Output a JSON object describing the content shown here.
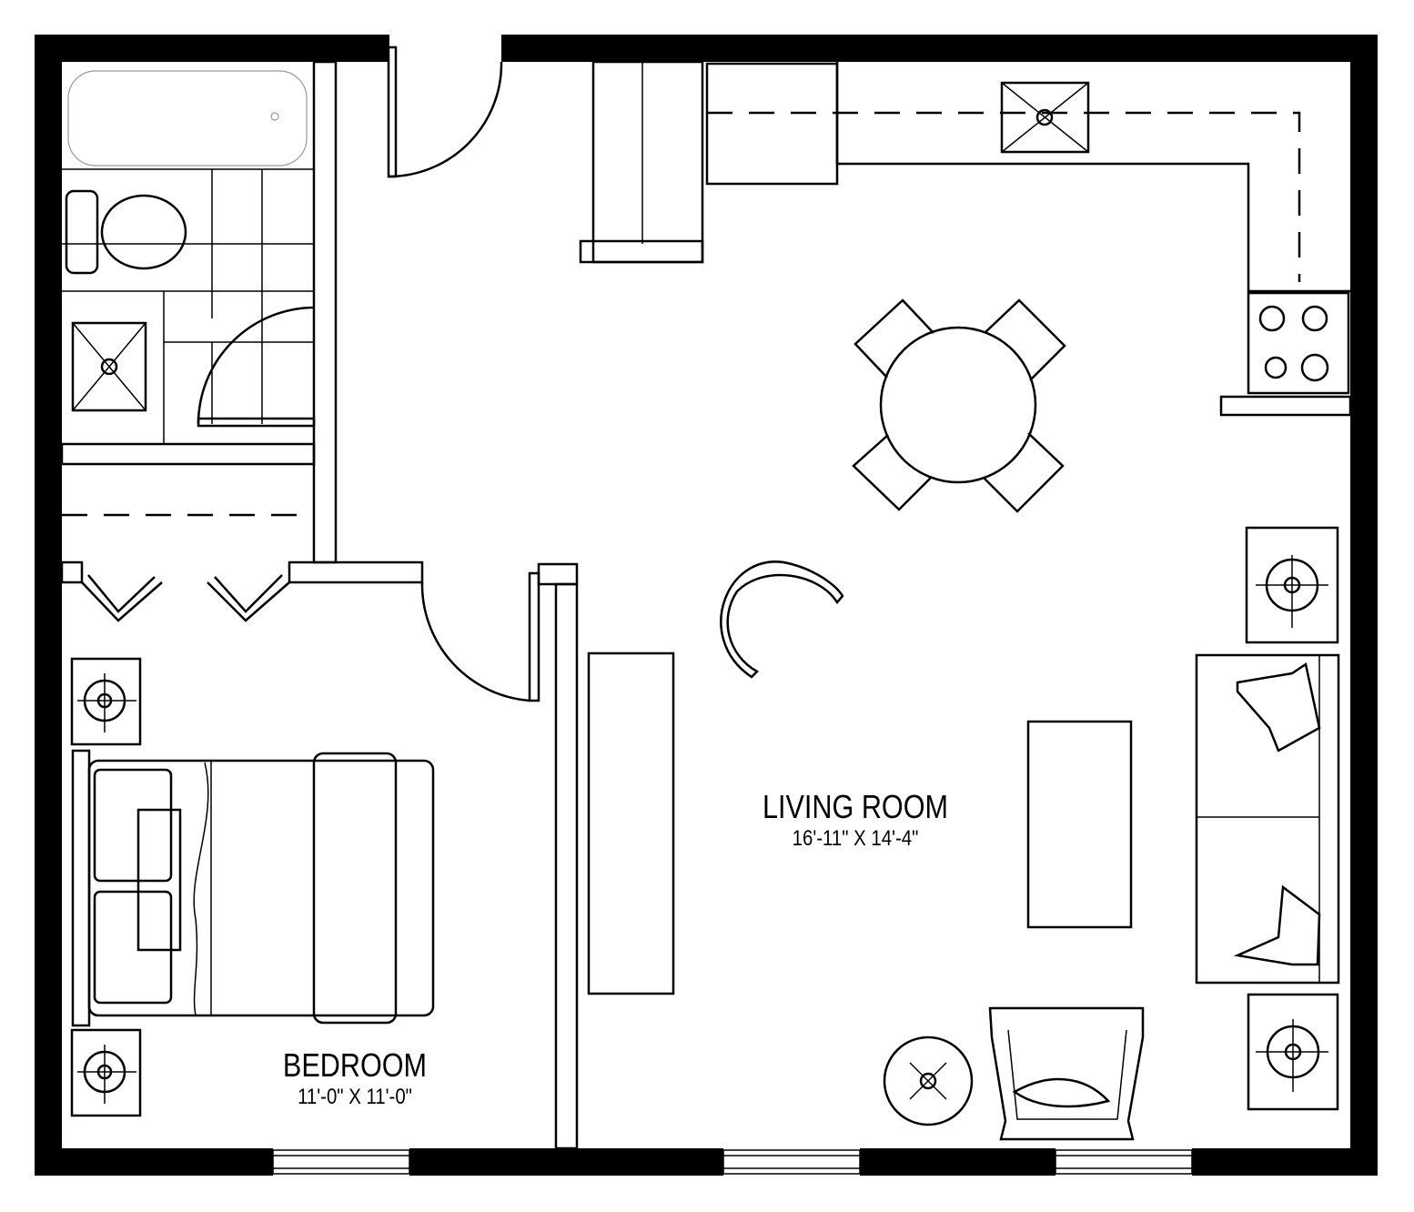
{
  "rooms": {
    "living": {
      "name": "LIVING ROOM",
      "dimensions": "16'-11\" X 14'-4\""
    },
    "bedroom": {
      "name": "BEDROOM",
      "dimensions": "11'-0\" X 11'-0\""
    }
  }
}
